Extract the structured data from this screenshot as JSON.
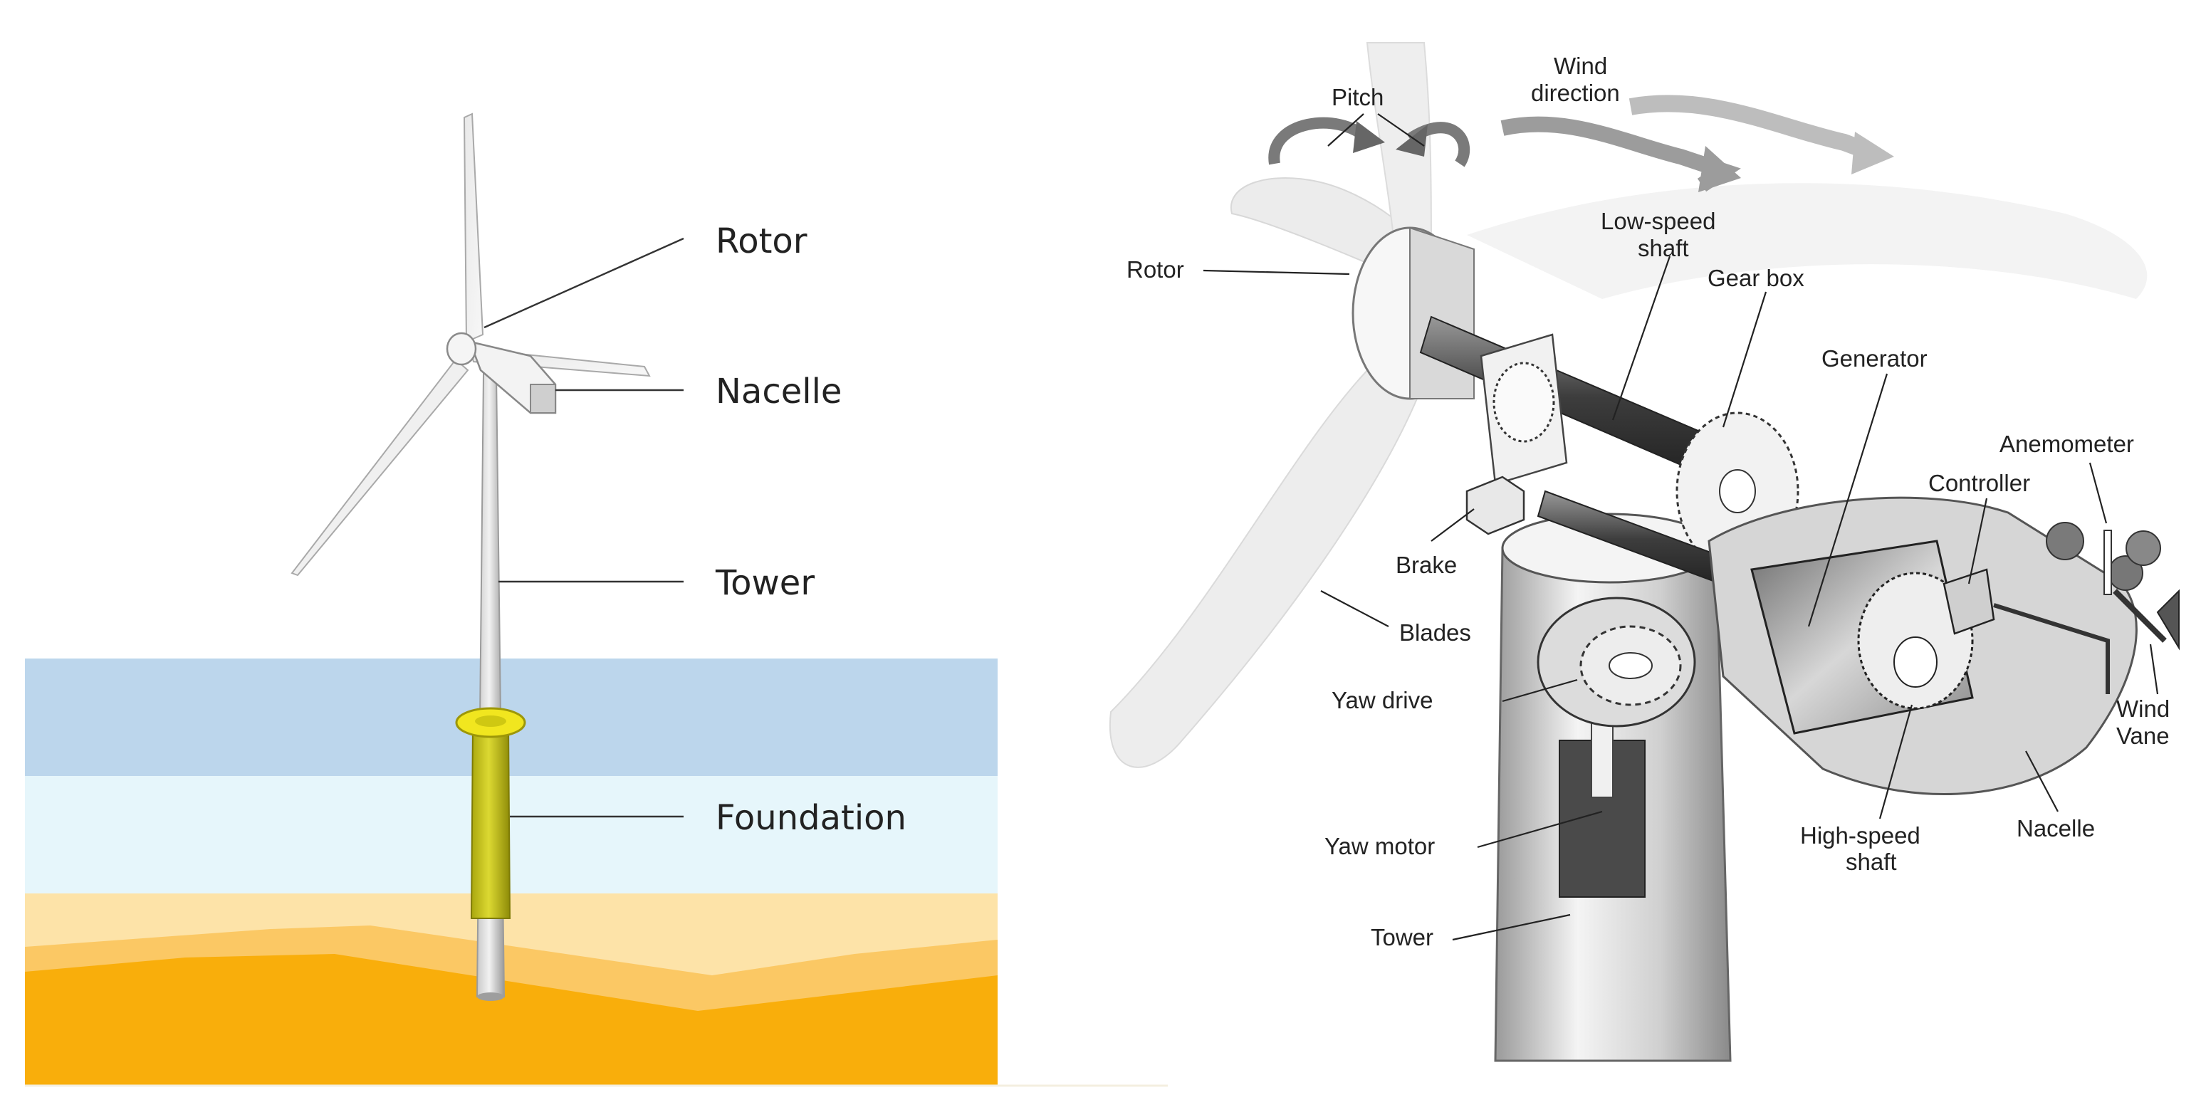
{
  "left_diagram": {
    "labels": {
      "rotor": "Rotor",
      "nacelle": "Nacelle",
      "tower": "Tower",
      "foundation": "Foundation"
    },
    "colors": {
      "sky": "#bcd6ec",
      "water": "#e6f6fb",
      "sand_light": "#fde3a8",
      "sand_mid": "#fbc864",
      "seabed": "#f9ae0b",
      "foundation": "#c7c41a",
      "collar": "#f1e61f"
    }
  },
  "right_diagram": {
    "labels": {
      "pitch": "Pitch",
      "wind_direction_1": "Wind",
      "wind_direction_2": "direction",
      "rotor": "Rotor",
      "low_speed_shaft_1": "Low-speed",
      "low_speed_shaft_2": "shaft",
      "gear_box": "Gear box",
      "generator": "Generator",
      "anemometer": "Anemometer",
      "controller": "Controller",
      "brake": "Brake",
      "blades": "Blades",
      "yaw_drive": "Yaw drive",
      "wind_vane_1": "Wind",
      "wind_vane_2": "Vane",
      "yaw_motor": "Yaw motor",
      "high_speed_shaft_1": "High-speed",
      "high_speed_shaft_2": "shaft",
      "nacelle": "Nacelle",
      "tower": "Tower"
    }
  }
}
